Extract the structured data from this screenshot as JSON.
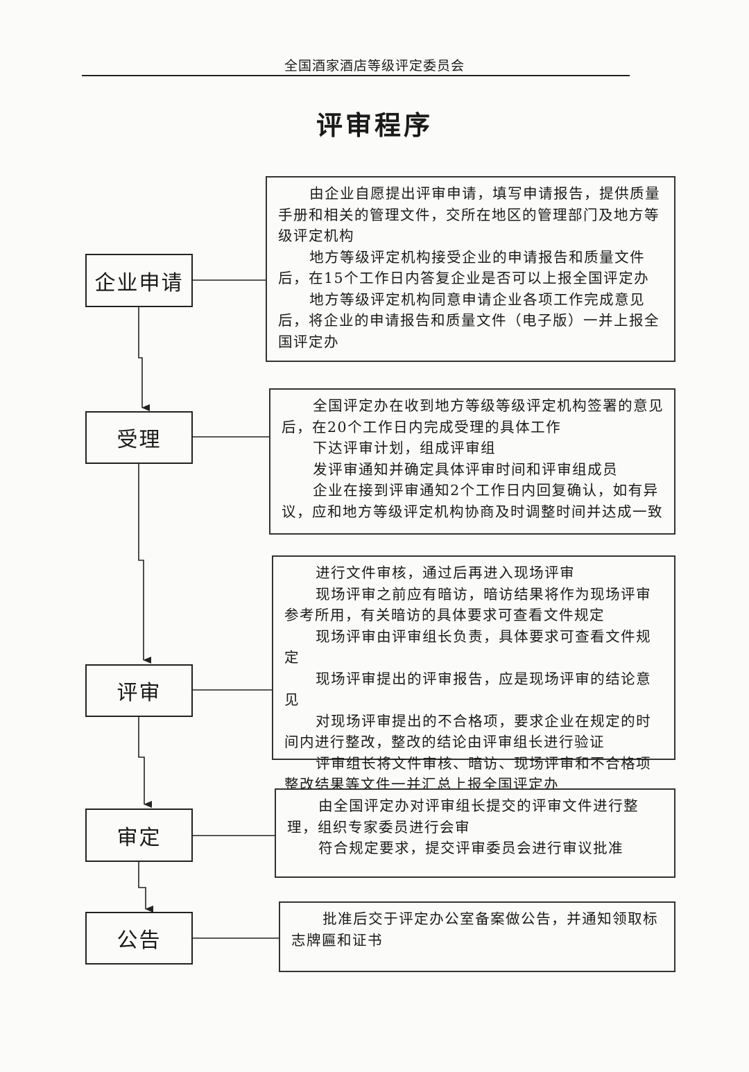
{
  "header": {
    "org": "全国酒家酒店等级评定委员会",
    "title": "评审程序"
  },
  "stages": [
    {
      "label": "企业申请",
      "paragraphs": [
        "由企业自愿提出评审申请，填写申请报告，提供质量手册和相关的管理文件，交所在地区的管理部门及地方等级评定机构",
        "地方等级评定机构接受企业的申请报告和质量文件后，在15个工作日内答复企业是否可以上报全国评定办",
        "地方等级评定机构同意申请企业各项工作完成意见后，将企业的申请报告和质量文件（电子版）一并上报全国评定办"
      ]
    },
    {
      "label": "受理",
      "paragraphs": [
        "全国评定办在收到地方等级等级评定机构签署的意见后，在20个工作日内完成受理的具体工作",
        "下达评审计划，组成评审组",
        "发评审通知并确定具体评审时间和评审组成员",
        "企业在接到评审通知2个工作日内回复确认，如有异议，应和地方等级评定机构协商及时调整时间并达成一致"
      ]
    },
    {
      "label": "评审",
      "paragraphs": [
        "进行文件审核，通过后再进入现场评审",
        "现场评审之前应有暗访，暗访结果将作为现场评审参考所用，有关暗访的具体要求可查看文件规定",
        "现场评审由评审组长负责，具体要求可查看文件规定",
        "现场评审提出的评审报告，应是现场评审的结论意见",
        "对现场评审提出的不合格项，要求企业在规定的时间内进行整改，整改的结论由评审组长进行验证",
        "评审组长将文件审核、暗访、现场评审和不合格项整改结果等文件一并汇总上报全国评定办"
      ]
    },
    {
      "label": "审定",
      "paragraphs": [
        "由全国评定办对评审组长提交的评审文件进行整理，组织专家委员进行会审",
        "符合规定要求，提交评审委员会进行审议批准"
      ]
    },
    {
      "label": "公告",
      "paragraphs": [
        "批准后交于评定办公室备案做公告，并通知领取标志牌匾和证书"
      ]
    }
  ]
}
